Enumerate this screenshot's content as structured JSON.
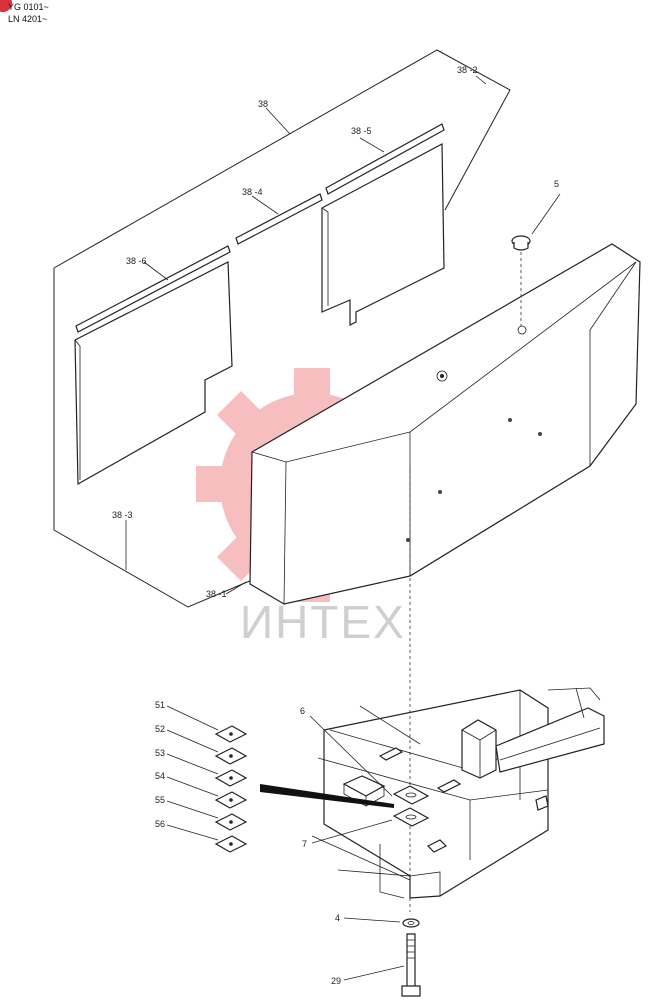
{
  "header": {
    "serial_line_1": "YG 0101~",
    "serial_line_2": "LN 4201~"
  },
  "watermark": {
    "text": "ИНТЕХ",
    "color": "#f08a8a",
    "icon": "gear-logo-icon"
  },
  "accent_color": "#d8323c",
  "callouts": {
    "c38": "38",
    "c38_1": "38 -1",
    "c38_2": "38 -2",
    "c38_3": "38 -3",
    "c38_4": "38 -4",
    "c38_5": "38 -5",
    "c38_6": "38 -6",
    "c5": "5",
    "c6": "6",
    "c7": "7",
    "c4": "4",
    "c29": "29",
    "c51": "51",
    "c52": "52",
    "c53": "53",
    "c54": "54",
    "c55": "55",
    "c56": "56"
  }
}
